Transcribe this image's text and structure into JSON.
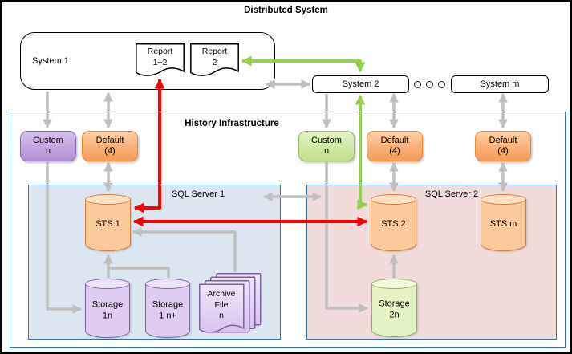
{
  "title": "Distributed System",
  "distributed_system": {
    "system1": {
      "label": "System 1"
    },
    "report_1_2": {
      "label": "Report\n1+2"
    },
    "report_2": {
      "label": "Report\n2"
    },
    "system2": {
      "label": "System 2"
    },
    "system_m": {
      "label": "System m"
    },
    "ellipsis": "o o o"
  },
  "history_infrastructure": {
    "label": "History Infrastructure",
    "custom_left": {
      "label": "Custom\nn"
    },
    "default_left": {
      "label": "Default\n(4)"
    },
    "custom_right": {
      "label": "Custom\nn"
    },
    "default_mid": {
      "label": "Default\n(4)"
    },
    "default_right": {
      "label": "Default\n(4)"
    },
    "sql_server_1": {
      "label": "SQL Server 1",
      "sts1": "STS 1",
      "storage_1n": "Storage\n1n",
      "storage_1np": "Storage\n1 n+",
      "archive_file": "Archive\nFile\nn"
    },
    "sql_server_2": {
      "label": "SQL Server 2",
      "sts2": "STS 2",
      "sts_m": "STS m",
      "storage_2n": "Storage\n2n"
    }
  },
  "colors": {
    "gray_arrow": "#BFBFBF",
    "red_arrow": "#FF0000",
    "green_arrow": "#92D050",
    "frame_blue": "#2E75B6",
    "sql1_fill": "#DCE6F1",
    "sql2_fill": "#F2DCDB"
  }
}
